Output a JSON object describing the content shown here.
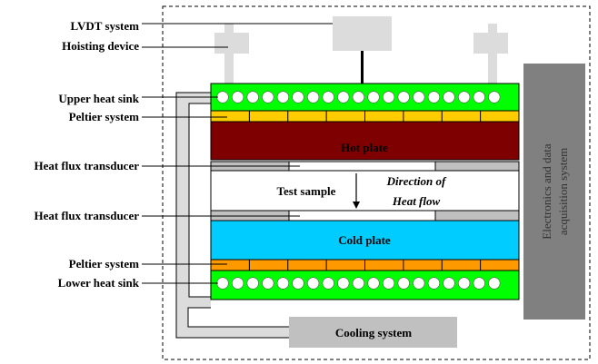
{
  "diagram": {
    "labels": {
      "lvdt": "LVDT system",
      "hoisting": "Hoisting device",
      "upper_sink": "Upper heat sink",
      "peltier_upper": "Peltier system",
      "hft_upper": "Heat flux transducer",
      "hft_lower": "Heat flux transducer",
      "peltier_lower": "Peltier system",
      "lower_sink": "Lower heat sink"
    },
    "blocks": {
      "hot_plate": "Hot plate",
      "test_sample": "Test sample",
      "cold_plate": "Cold plate",
      "cooling": "Cooling system",
      "electronics_line1": "Electronics and data",
      "electronics_line2": "acquisition system"
    },
    "flow": {
      "line1": "Direction of",
      "line2": "Heat flow"
    },
    "counts": {
      "sink_channels": 19,
      "peltier_modules": 8
    },
    "colors": {
      "heat_sink": "#00ff00",
      "peltier_upper": "#ffcc00",
      "peltier_lower": "#ff9900",
      "hot_plate": "#7f0000",
      "cold_plate": "#00ccff",
      "transducer": "#c0c0c0",
      "electronics": "#808080",
      "cooling": "#c0c0c0",
      "frame": "#dcdcdc"
    }
  }
}
